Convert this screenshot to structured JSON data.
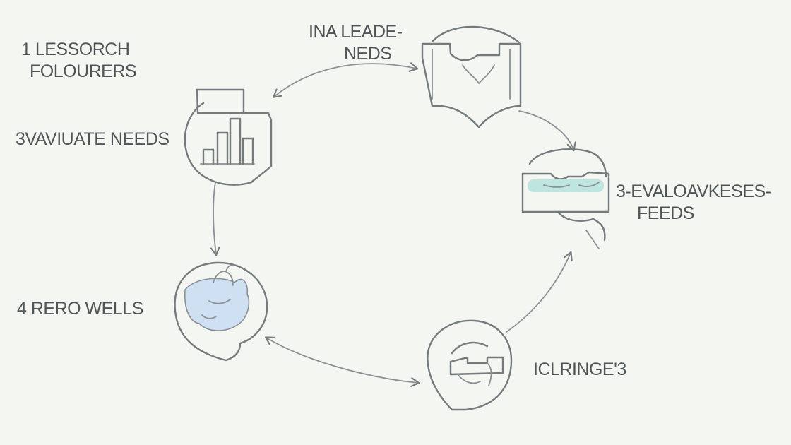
{
  "diagram": {
    "labels": {
      "top_left": [
        "1 LESSORCH",
        "FOLOURERS"
      ],
      "top_center": [
        "INA LEADE-",
        "NEDS"
      ],
      "left_upper": [
        "3VAVIUATE NEEDS"
      ],
      "right": [
        "3-EVALOAVKESES-",
        "FEEDS"
      ],
      "left_lower": [
        "4 RERO WELLS"
      ],
      "bottom_right": [
        "ICLRINGE'3"
      ]
    },
    "icons": [
      "open-book-icon",
      "bar-chart-document-icon",
      "headset-head-icon",
      "bell-hand-icon",
      "lifting-hand-icon"
    ],
    "colors": {
      "stroke": "#747b7d",
      "text": "#4e5556",
      "teal_accent": "#bfe5e1",
      "blue_accent": "#cfe0f3",
      "background": "#f4f6f2"
    }
  }
}
